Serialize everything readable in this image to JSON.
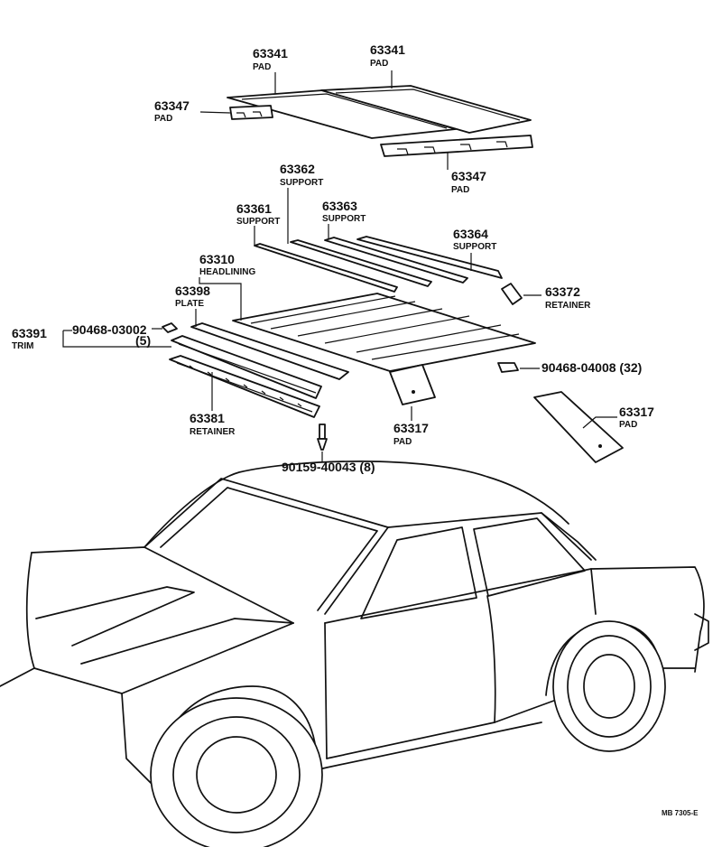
{
  "labels": {
    "pad_63341_a": {
      "part": "63341",
      "name": "PAD"
    },
    "pad_63341_b": {
      "part": "63341",
      "name": "PAD"
    },
    "pad_63347_a": {
      "part": "63347",
      "name": "PAD"
    },
    "pad_63347_b": {
      "part": "63347",
      "name": "PAD"
    },
    "support_63362": {
      "part": "63362",
      "name": "SUPPORT"
    },
    "support_63361": {
      "part": "63361",
      "name": "SUPPORT"
    },
    "support_63363": {
      "part": "63363",
      "name": "SUPPORT"
    },
    "support_63364": {
      "part": "63364",
      "name": "SUPPORT"
    },
    "headlining_63310": {
      "part": "63310",
      "name": "HEADLINING"
    },
    "retainer_63372": {
      "part": "63372",
      "name": "RETAINER"
    },
    "plate_63398": {
      "part": "63398",
      "name": "PLATE"
    },
    "trim_63391": {
      "part": "63391",
      "name": "TRIM"
    },
    "screw_90468_03002": {
      "part": "90468-03002",
      "qty": "(5)"
    },
    "clip_90468_04008": {
      "part": "90468-04008 (32)"
    },
    "retainer_63381": {
      "part": "63381",
      "name": "RETAINER"
    },
    "pad_63317_a": {
      "part": "63317",
      "name": "PAD"
    },
    "pad_63317_b": {
      "part": "63317",
      "name": "PAD"
    },
    "screw_90159_40043": {
      "part": "90159-40043 (8)"
    }
  },
  "footer": {
    "code": "MB  7305-E"
  }
}
